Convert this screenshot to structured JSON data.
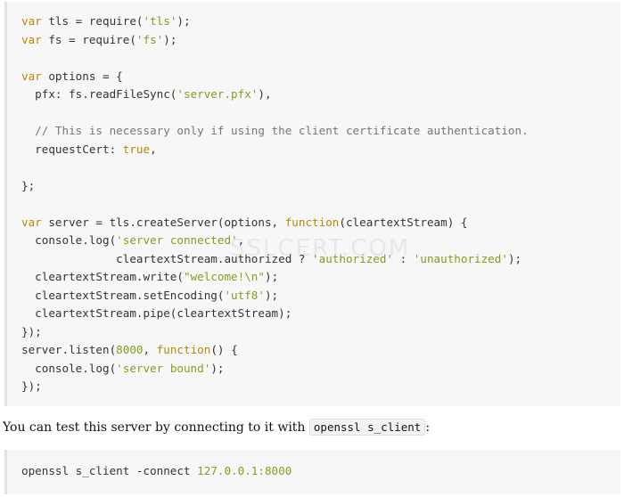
{
  "code_block": {
    "lines": [
      "var tls = require('tls');",
      "var fs = require('fs');",
      "",
      "var options = {",
      "  pfx: fs.readFileSync('server.pfx'),",
      "",
      "  // This is necessary only if using the client certificate authentication.",
      "  requestCert: true,",
      "",
      "};",
      "",
      "var server = tls.createServer(options, function(cleartextStream) {",
      "  console.log('server connected',",
      "              cleartextStream.authorized ? 'authorized' : 'unauthorized');",
      "  cleartextStream.write(\"welcome!\\n\");",
      "  cleartextStream.setEncoding('utf8');",
      "  cleartextStream.pipe(cleartextStream);",
      "});",
      "server.listen(8000, function() {",
      "  console.log('server bound');",
      "});"
    ]
  },
  "watermark": "SSLCERT.COM",
  "paragraph": {
    "text_before": "You can test this server by connecting to it with ",
    "inline_code": "openssl s_client",
    "text_after": ":"
  },
  "command_block": {
    "command": "openssl s_client -connect ",
    "address": "127.0.0.1:8000"
  },
  "colors": {
    "keyword": "#b58900",
    "string": "#7f9f1f",
    "comment": "#777777",
    "code_background": "#f7f7f7"
  }
}
